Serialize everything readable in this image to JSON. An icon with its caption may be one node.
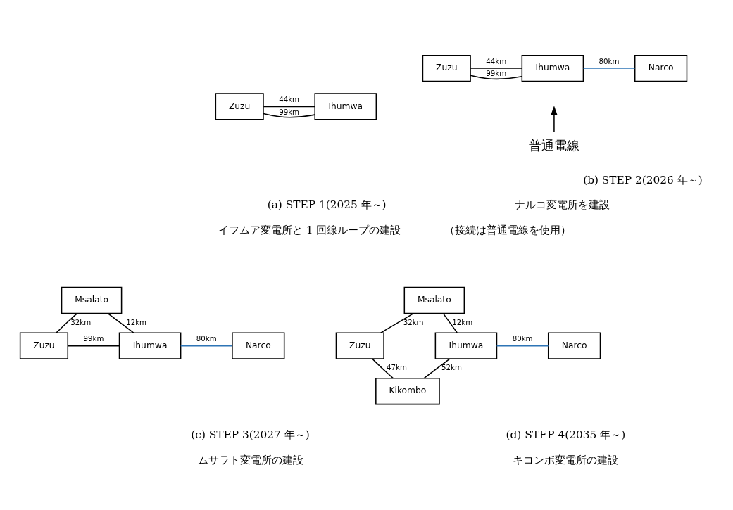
{
  "diagram": {
    "nodes": [
      {
        "text": [
          "Zuzu"
        ]
      },
      {
        "text": [
          "Ihumwa"
        ]
      },
      {
        "text": [
          "Zuzu"
        ]
      },
      {
        "text": [
          "Ihumwa"
        ]
      },
      {
        "text": [
          "Narco"
        ]
      },
      {
        "text": [
          "普通電線"
        ]
      },
      {
        "text": [
          "Msalato"
        ]
      },
      {
        "text": [
          "Zuzu"
        ]
      },
      {
        "text": [
          "Ihumwa"
        ]
      },
      {
        "text": [
          "Narco"
        ]
      },
      {
        "text": [
          "Msalato"
        ]
      },
      {
        "text": [
          "Zuzu"
        ]
      },
      {
        "text": [
          "Ihumwa"
        ]
      },
      {
        "text": [
          "Narco"
        ]
      },
      {
        "text": [
          "Kikombo"
        ]
      }
    ],
    "edges": [
      {
        "from": 0,
        "to": 1,
        "arrow": "none",
        "label": "44km"
      },
      {
        "from": 0,
        "to": 1,
        "arrow": "none",
        "label": "99km"
      },
      {
        "from": 2,
        "to": 3,
        "arrow": "none",
        "label": "44km"
      },
      {
        "from": 2,
        "to": 3,
        "arrow": "none",
        "label": "99km"
      },
      {
        "from": 3,
        "to": 4,
        "arrow": "none",
        "label": "80km",
        "color": "#2e75b6"
      },
      {
        "from": 5,
        "to": null,
        "arrow": "to"
      },
      {
        "from": 7,
        "to": 6,
        "arrow": "none",
        "label": "32km"
      },
      {
        "from": 6,
        "to": 8,
        "arrow": "none",
        "label": "12km"
      },
      {
        "from": 7,
        "to": 8,
        "arrow": "none",
        "label": "99km"
      },
      {
        "from": 8,
        "to": 9,
        "arrow": "none",
        "label": "80km",
        "color": "#2e75b6"
      },
      {
        "from": 11,
        "to": 10,
        "arrow": "none",
        "label": "32km"
      },
      {
        "from": 10,
        "to": 12,
        "arrow": "none",
        "label": "12km"
      },
      {
        "from": 12,
        "to": 13,
        "arrow": "none",
        "label": "80km",
        "color": "#2e75b6"
      },
      {
        "from": 12,
        "to": 14,
        "arrow": "none",
        "label": "52km"
      },
      {
        "from": 11,
        "to": 14,
        "arrow": "none",
        "label": "47km"
      }
    ],
    "labels": [
      "(a) STEP 1(2025 年～)",
      "イフムア変電所と 1 回線ループの建設",
      "(b) STEP 2(2026 年～)",
      "ナルコ変電所を建設",
      "（接続は普通電線を使用）",
      "(c) STEP 3(2027 年～)",
      "ムサラト変電所の建設",
      "(d) STEP 4(2035 年～)",
      "キコンボ変電所の建設"
    ]
  }
}
